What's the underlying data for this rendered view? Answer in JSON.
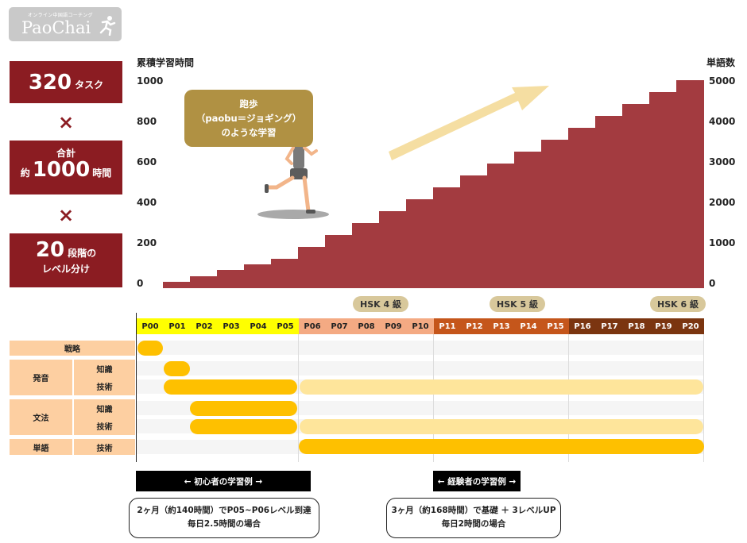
{
  "logo": {
    "subtitle": "オンライン中国語コーチング",
    "brand": "PaoChai",
    "icon": "runner-icon"
  },
  "kpis": [
    {
      "number": "320",
      "unit": "タスク"
    },
    {
      "line1": "合計",
      "prefix": "約",
      "number": "1000",
      "unit": "時間"
    },
    {
      "number": "20",
      "unit": "段階の",
      "line2": "レベル分け"
    }
  ],
  "kpi_operator": "×",
  "bubble": {
    "line1": "跑歩",
    "line2": "（paobu＝ジョギング）",
    "line3": "のような学習"
  },
  "hsk_badges": [
    {
      "label": "HSK 4 級"
    },
    {
      "label": "HSK 5 級"
    },
    {
      "label": "HSK 6 級"
    }
  ],
  "colors": {
    "kpi_bg": "#8b1c22",
    "stair": "#a33b40",
    "arrow": "#f5dea2",
    "bubble": "#b09143",
    "phase1": "#ffff00",
    "phase2": "#f4aa83",
    "phase3": "#c5561b",
    "phase4": "#7b3510",
    "bar_strong": "#fec000",
    "bar_light": "#fee59b",
    "label_bg": "#fdcfa1"
  },
  "chart_data": {
    "type": "bar",
    "title": "",
    "xlabel": "",
    "ylabel": "累積学習時間",
    "ylabel_right": "単語数",
    "categories": [
      "P01",
      "P02",
      "P03",
      "P04",
      "P05",
      "P06",
      "P07",
      "P08",
      "P09",
      "P10",
      "P11",
      "P12",
      "P13",
      "P14",
      "P15",
      "P16",
      "P17",
      "P18",
      "P19",
      "P20"
    ],
    "series": [
      {
        "name": "累積学習時間",
        "values": [
          30,
          60,
          90,
          120,
          145,
          200,
          260,
          320,
          375,
          435,
          495,
          550,
          610,
          670,
          730,
          790,
          850,
          905,
          960,
          1000
        ]
      }
    ],
    "ylim": [
      0,
      1000
    ],
    "yticks": [
      "0",
      "200",
      "400",
      "600",
      "800",
      "1000"
    ],
    "ylim_right": [
      0,
      5000
    ],
    "yticks_right": [
      "0",
      "1000",
      "2000",
      "3000",
      "4000",
      "5000"
    ],
    "grid": false,
    "annotations": [
      "跑歩（paobu＝ジョギング）のような学習"
    ]
  },
  "gantt": {
    "columns": [
      "P00",
      "P01",
      "P02",
      "P03",
      "P04",
      "P05",
      "P06",
      "P07",
      "P08",
      "P09",
      "P10",
      "P11",
      "P12",
      "P13",
      "P14",
      "P15",
      "P16",
      "P17",
      "P18",
      "P19",
      "P20"
    ],
    "categories": [
      {
        "name": "戦略",
        "sub": ""
      },
      {
        "name": "発音",
        "subs": [
          "知識",
          "技術"
        ]
      },
      {
        "name": "文法",
        "subs": [
          "知識",
          "技術"
        ]
      },
      {
        "name": "単語",
        "sub": "技術"
      }
    ],
    "rows": [
      {
        "label": "戦略",
        "bars": [
          {
            "from": "P00",
            "to": "P00",
            "style": "strong"
          }
        ]
      },
      {
        "label": "発音 知識",
        "bars": [
          {
            "from": "P01",
            "to": "P01",
            "style": "strong"
          }
        ]
      },
      {
        "label": "発音 技術",
        "bars": [
          {
            "from": "P01",
            "to": "P05",
            "style": "strong"
          },
          {
            "from": "P06",
            "to": "P20",
            "style": "light"
          }
        ]
      },
      {
        "label": "文法 知識",
        "bars": [
          {
            "from": "P02",
            "to": "P05",
            "style": "strong"
          }
        ]
      },
      {
        "label": "文法 技術",
        "bars": [
          {
            "from": "P02",
            "to": "P05",
            "style": "strong"
          },
          {
            "from": "P06",
            "to": "P20",
            "style": "light"
          }
        ]
      },
      {
        "label": "単語 技術",
        "bars": [
          {
            "from": "P06",
            "to": "P20",
            "style": "strong"
          }
        ]
      }
    ]
  },
  "examples": [
    {
      "head": "← 初心者の学習例 →",
      "line1": "2ヶ月（約140時間）でP05~P06レベル到達",
      "line2": "毎日2.5時間の場合"
    },
    {
      "head": "← 経験者の学習例 →",
      "line1": "3ヶ月（約168時間）で基礎 ＋ 3レベルUP",
      "line2": "毎日2時間の場合"
    }
  ]
}
